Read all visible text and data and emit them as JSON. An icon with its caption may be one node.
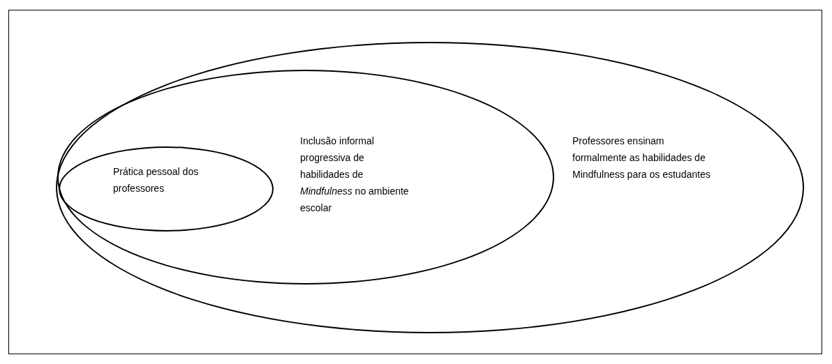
{
  "diagram": {
    "nodes": [
      {
        "text": [
          "Professores ensinam formalmente as habilidades de Mindfulness para os estudantes"
        ]
      },
      {
        "text": [
          "Inclusão informal progressiva de habilidades de *Mindfulness* no ambiente escolar"
        ],
        "in": 0
      },
      {
        "text": [
          "Prática pessoal dos professores"
        ],
        "in": 1
      }
    ]
  }
}
